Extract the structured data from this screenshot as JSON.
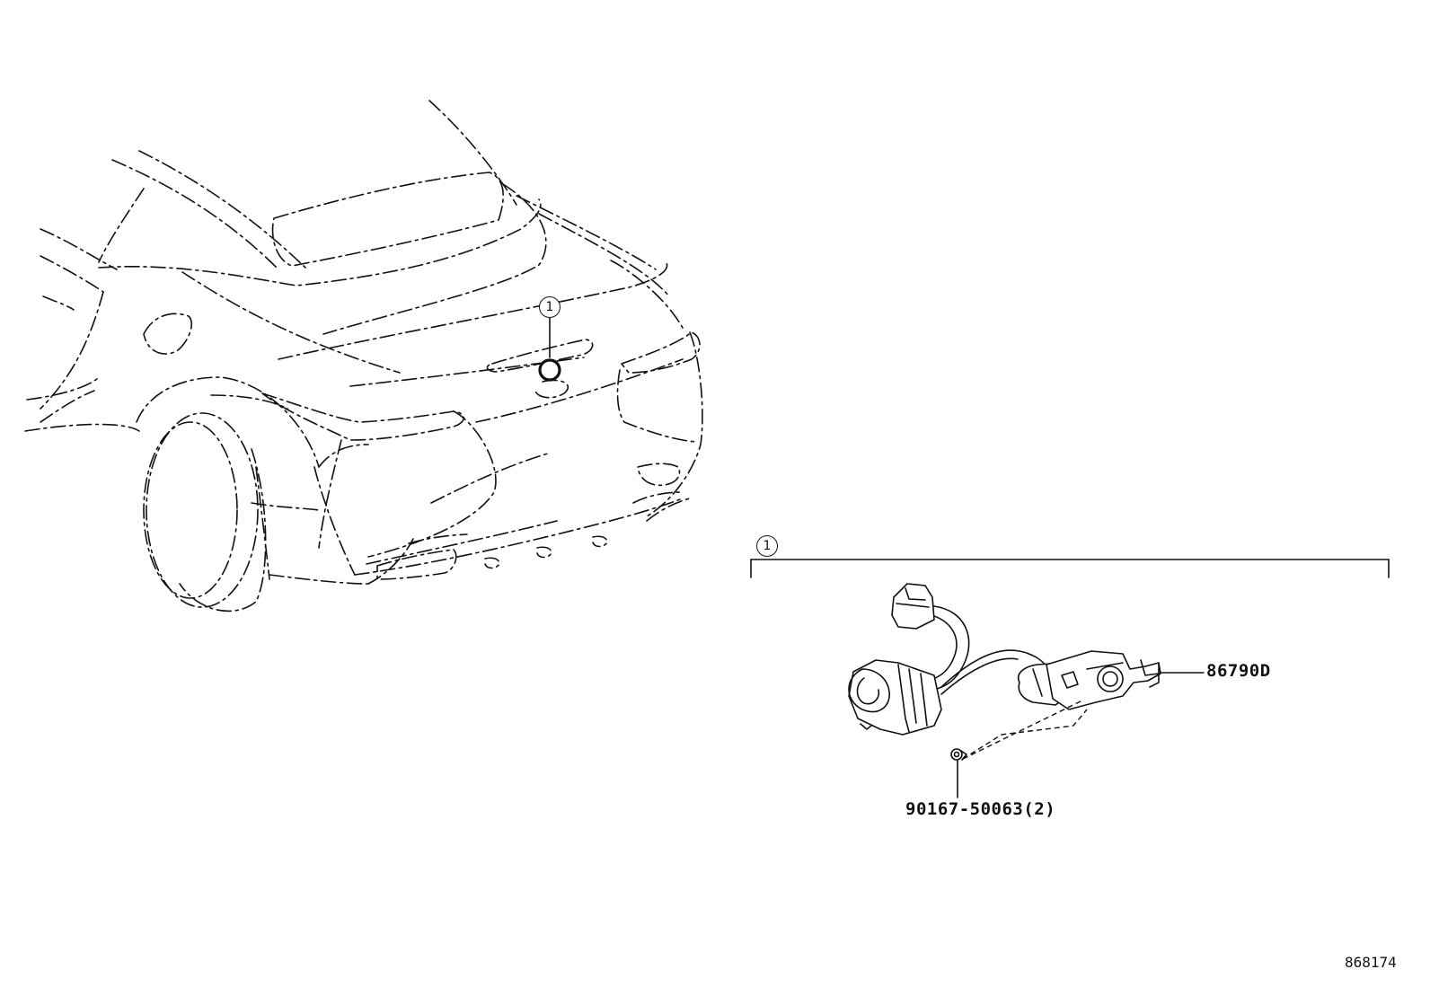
{
  "diagram": {
    "callout_marker": "1",
    "group_marker": "1",
    "parts": [
      {
        "part_number": "86790D"
      },
      {
        "part_number": "90167-50063(2)"
      }
    ],
    "figure_number": "868174"
  }
}
